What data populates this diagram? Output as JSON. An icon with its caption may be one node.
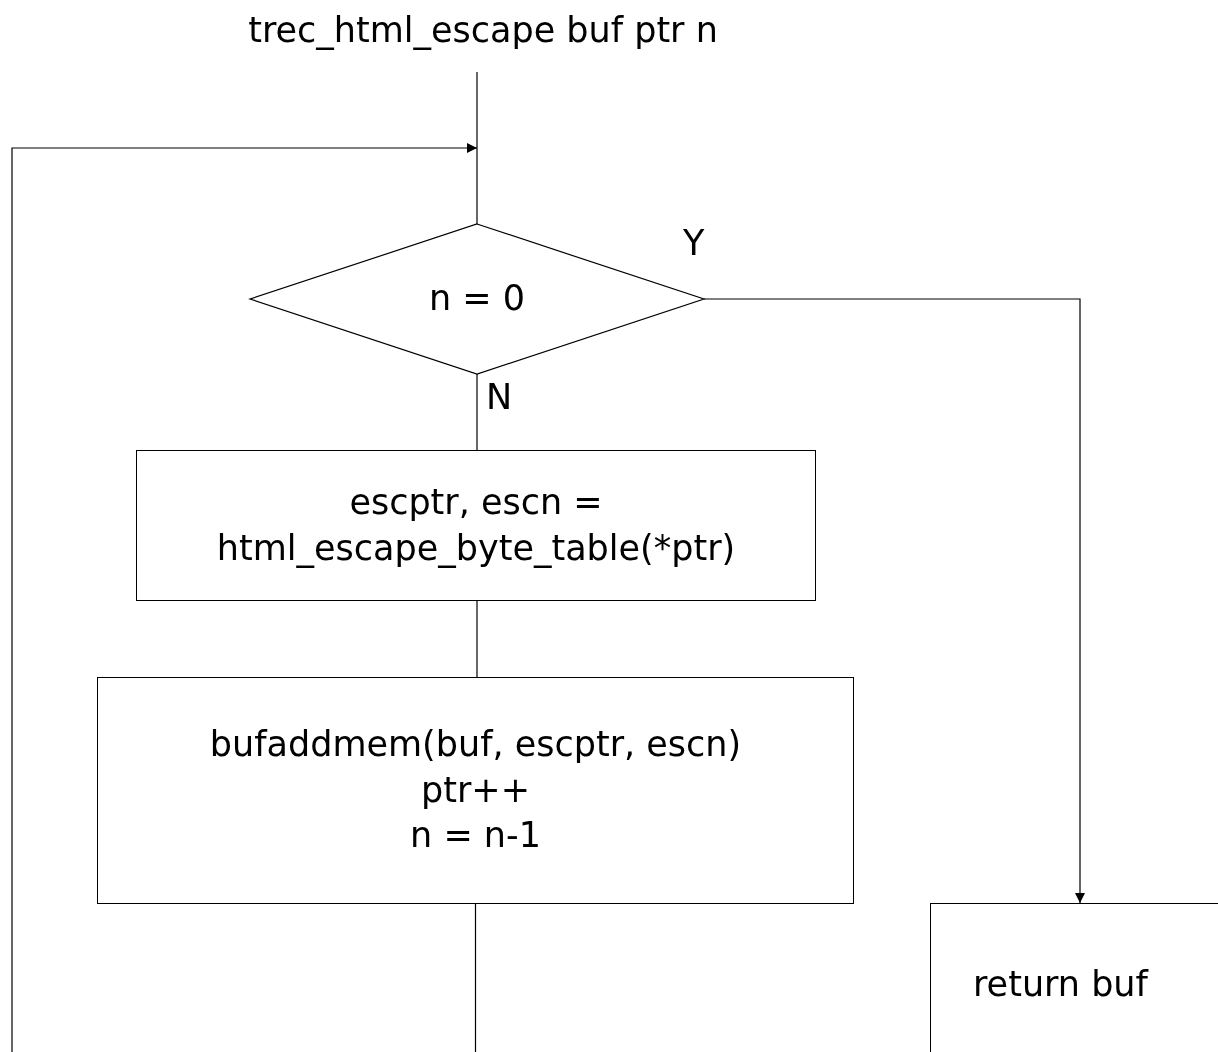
{
  "diagram": {
    "nodes": [
      {
        "text": [
          "trec_html_escape buf ptr n"
        ]
      },
      {
        "text": [
          "n = 0"
        ]
      },
      {
        "text": [
          "escptr, escn = html_escape_byte_table(*ptr)"
        ]
      },
      {
        "text": [
          "bufaddmem(buf, escptr, escn)",
          "ptr++",
          "n = n-1"
        ]
      },
      {
        "text": [
          "return buf"
        ]
      }
    ],
    "edges": [
      {
        "from": 0,
        "to": 1,
        "arrow": "none"
      },
      {
        "from": 1,
        "to": 4,
        "arrow": "to",
        "label": "Y"
      },
      {
        "from": 1,
        "to": 2,
        "arrow": "none",
        "label": "N"
      },
      {
        "from": 2,
        "to": 3,
        "arrow": "none"
      },
      {
        "from": 3,
        "to": 1,
        "arrow": "to"
      }
    ]
  }
}
